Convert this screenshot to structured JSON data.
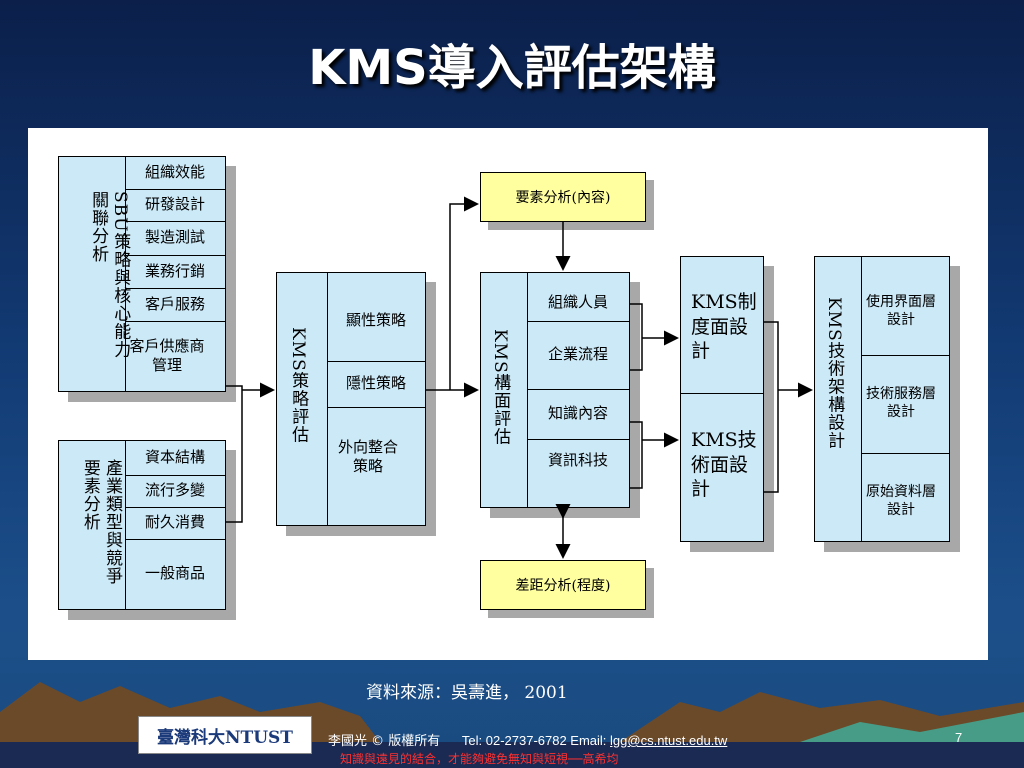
{
  "title": "KMS導入評估架構",
  "left_top": {
    "label": "SBU策略與核心能力關聯分析",
    "items": [
      "組織效能",
      "研發設計",
      "製造測試",
      "業務行銷",
      "客戶服務",
      "客戶供應商管理"
    ]
  },
  "left_bottom": {
    "label": "產業類型與競爭要素分析",
    "items": [
      "資本結構",
      "流行多變",
      "耐久消費",
      "一般商品"
    ]
  },
  "strategy": {
    "label": "KMS策略評估",
    "items": [
      "顯性策略",
      "隱性策略",
      "外向整合策略"
    ]
  },
  "element_analysis": "要素分析(內容)",
  "gap_analysis": "差距分析(程度)",
  "structure": {
    "label": "KMS構面評估",
    "items": [
      "組織人員",
      "企業流程",
      "知識內容",
      "資訊科技"
    ]
  },
  "design": {
    "top": "KMS制度面設計",
    "bottom": "KMS技術面設計"
  },
  "tech_arch": {
    "label": "KMS技術架構設計",
    "items": [
      "使用界面層設計",
      "技術服務層設計",
      "原始資料層設計"
    ]
  },
  "source": "資料來源：吳壽進， 2001",
  "footer": {
    "logo": "臺灣科大NTUST",
    "author": "李國光 © 版權所有",
    "contact": "Tel: 02-2737-6782  Email:",
    "email": "lgg@cs.ntust.edu.tw",
    "page": "7",
    "motto": "知識與遠見的結合，才能夠避免無知與短視──高希均"
  }
}
